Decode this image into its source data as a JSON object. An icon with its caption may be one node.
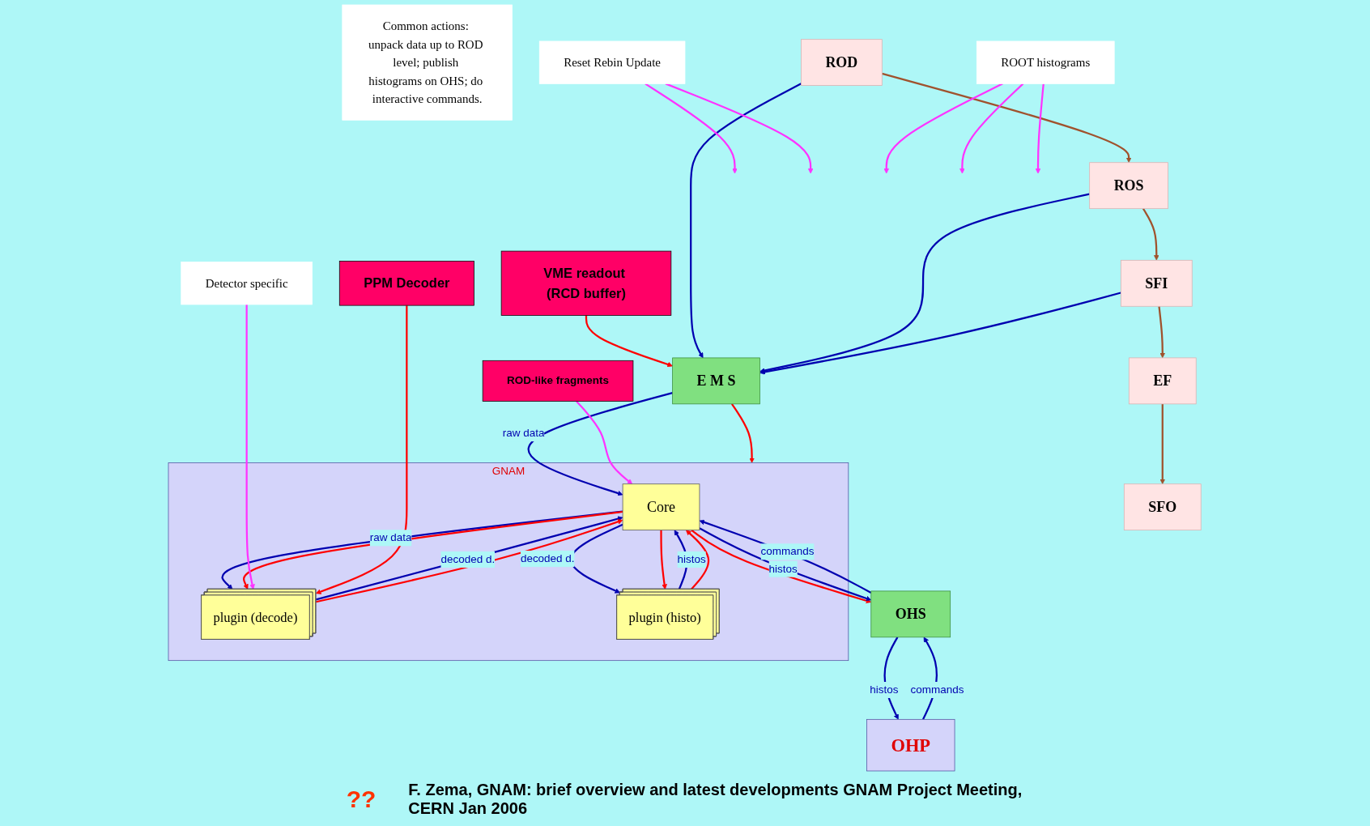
{
  "diagram": {
    "caption": "F. Zema, GNAM: brief overview and latest developments GNAM Project Meeting, CERN Jan 2006",
    "nodes": [
      {
        "text": [
          "VME readout (RCD buffer)"
        ]
      },
      {
        "text": [
          "ROD-like fragments"
        ]
      },
      {
        "text": [
          "Common actions: unpack data up to ROD level; publish histograms on OHS; do interactive commands."
        ]
      },
      {
        "text": [
          "Reset Rebin Update"
        ]
      },
      {
        "text": [
          "ROD"
        ]
      },
      {
        "text": [
          "ROS"
        ]
      },
      {
        "text": [
          "SFI"
        ]
      },
      {
        "text": [
          "EF"
        ]
      },
      {
        "text": [
          "SFO"
        ]
      },
      {
        "text": [
          "E M S"
        ]
      },
      {
        "text": [
          "GNAM"
        ]
      },
      {
        "text": [
          "Core"
        ],
        "in": 10
      },
      {
        "text": [
          "plugin (decode)"
        ],
        "in": 10
      },
      {
        "text": [
          "plugin (histo)"
        ],
        "in": 10
      },
      {
        "text": [
          "OHS"
        ]
      },
      {
        "text": [
          "OHP"
        ]
      },
      {
        "text": [
          "ROOT histograms"
        ]
      },
      {
        "text": [
          "Detector specific"
        ]
      },
      {
        "text": [
          "PPM Decoder"
        ]
      }
    ],
    "edges": [
      {
        "from": 0,
        "to": 9,
        "arrow": "to",
        "color": "#ff0000"
      },
      {
        "from": 4,
        "to": 9,
        "arrow": "to"
      },
      {
        "from": 5,
        "to": 9,
        "arrow": "to"
      },
      {
        "from": 6,
        "to": 9,
        "arrow": "to"
      },
      {
        "from": 4,
        "to": 5,
        "arrow": "to",
        "color": "#a0522d"
      },
      {
        "from": 5,
        "to": 6,
        "arrow": "to",
        "color": "#a0522d"
      },
      {
        "from": 6,
        "to": 7,
        "arrow": "to",
        "color": "#a0522d"
      },
      {
        "from": 7,
        "to": 8,
        "arrow": "to",
        "color": "#a0522d"
      },
      {
        "from": 9,
        "to": 10,
        "arrow": "to",
        "color": "#ff0000"
      },
      {
        "from": 9,
        "to": 11,
        "arrow": "to",
        "label": "raw data"
      },
      {
        "from": 1,
        "to": 11,
        "arrow": "to",
        "color": "#ff33ff"
      },
      {
        "from": 11,
        "to": 12,
        "arrow": "to",
        "label": "raw data"
      },
      {
        "from": 11,
        "to": 12,
        "arrow": "to",
        "color": "#ff0000"
      },
      {
        "from": 12,
        "to": 11,
        "arrow": "to",
        "label": "decoded d."
      },
      {
        "from": 12,
        "to": 11,
        "arrow": "to",
        "color": "#ff0000"
      },
      {
        "from": 11,
        "to": 13,
        "arrow": "to",
        "label": "decoded d."
      },
      {
        "from": 11,
        "to": 13,
        "arrow": "to",
        "color": "#ff0000"
      },
      {
        "from": 13,
        "to": 11,
        "arrow": "to",
        "label": "histos"
      },
      {
        "from": 13,
        "to": 11,
        "arrow": "to",
        "color": "#ff0000"
      },
      {
        "from": 14,
        "to": 11,
        "arrow": "to",
        "label": "commands"
      },
      {
        "from": 11,
        "to": 14,
        "arrow": "to",
        "color": "#ff0000"
      },
      {
        "from": 11,
        "to": 14,
        "arrow": "to",
        "label": "histos"
      },
      {
        "from": 14,
        "to": 15,
        "arrow": "to",
        "label": "histos"
      },
      {
        "from": 15,
        "to": 14,
        "arrow": "to",
        "label": "commands"
      },
      {
        "from": 3,
        "to": null,
        "arrow": "to",
        "color": "#ff33ff"
      },
      {
        "from": 3,
        "to": null,
        "arrow": "to",
        "color": "#ff33ff"
      },
      {
        "from": 16,
        "to": null,
        "arrow": "to",
        "color": "#ff33ff"
      },
      {
        "from": 16,
        "to": null,
        "arrow": "to",
        "color": "#ff33ff"
      },
      {
        "from": 16,
        "to": null,
        "arrow": "to",
        "color": "#ff33ff"
      },
      {
        "from": 17,
        "to": 12,
        "arrow": "to",
        "color": "#ff33ff"
      },
      {
        "from": 18,
        "to": 12,
        "arrow": "to",
        "color": "#ff0000"
      }
    ],
    "labels": [
      "??"
    ]
  }
}
